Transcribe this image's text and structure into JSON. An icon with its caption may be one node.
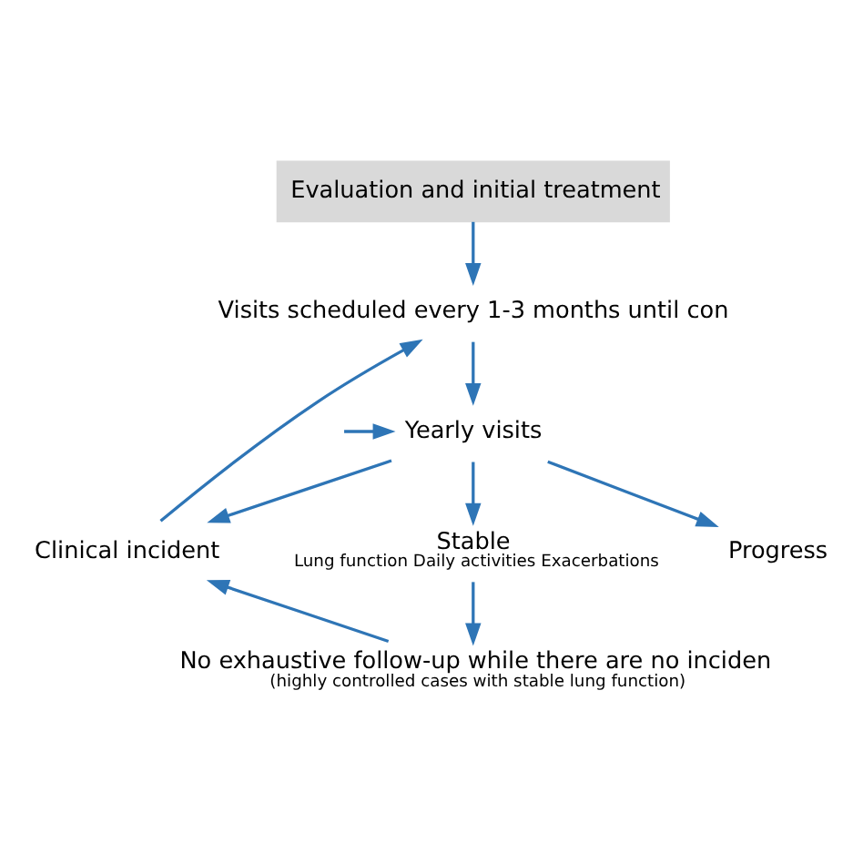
{
  "diagram": {
    "nodes": [
      {
        "text": [
          "Evaluation and initial treatment"
        ]
      },
      {
        "text": [
          "Visits scheduled every 1-3 months until con"
        ]
      },
      {
        "text": [
          "Yearly visits"
        ]
      },
      {
        "text": [
          "Clinical incident"
        ]
      },
      {
        "text": [
          "Stable",
          "Lung function Daily activities Exacerbations"
        ]
      },
      {
        "text": [
          "Progress"
        ]
      },
      {
        "text": [
          "No exhaustive follow-up while there are no inciden",
          "(highly controlled cases with stable lung function)"
        ]
      }
    ],
    "edges": [
      {
        "from": 0,
        "to": 1,
        "arrow": "to"
      },
      {
        "from": 1,
        "to": 2,
        "arrow": "to"
      },
      {
        "from": null,
        "to": 2,
        "arrow": "to"
      },
      {
        "from": 2,
        "to": 3,
        "arrow": "to"
      },
      {
        "from": 2,
        "to": 4,
        "arrow": "to"
      },
      {
        "from": 2,
        "to": 5,
        "arrow": "to"
      },
      {
        "from": 3,
        "to": 1,
        "arrow": "to"
      },
      {
        "from": 4,
        "to": 6,
        "arrow": "to"
      },
      {
        "from": 6,
        "to": 3,
        "arrow": "to"
      }
    ]
  }
}
